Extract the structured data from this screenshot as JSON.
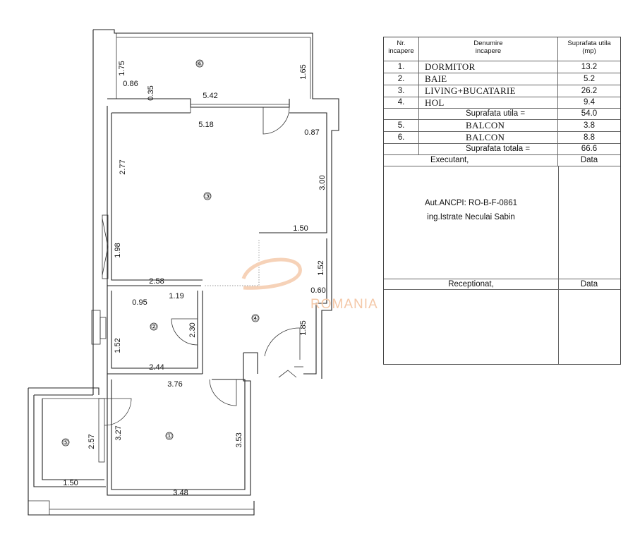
{
  "plan": {
    "rooms": [
      {
        "label": "⑥"
      },
      {
        "label": "③"
      },
      {
        "label": "②"
      },
      {
        "label": "④"
      },
      {
        "label": "①"
      },
      {
        "label": "⑤"
      }
    ],
    "dimensions": {
      "d1_75": "1.75",
      "d1_65": "1.65",
      "d0_86": "0.86",
      "d0_35": "0.35",
      "d5_42": "5.42",
      "d5_18": "5.18",
      "d0_87": "0.87",
      "d2_77": "2.77",
      "d3_00": "3.00",
      "d1_50_top": "1.50",
      "d1_98": "1.98",
      "d1_52_right": "1.52",
      "d2_58": "2.58",
      "d0_60": "0.60",
      "d0_95": "0.95",
      "d1_19": "1.19",
      "d2_30": "2.30",
      "d1_85": "1.85",
      "d1_52_left": "1.52",
      "d2_44": "2.44",
      "d3_76": "3.76",
      "d3_27": "3.27",
      "d2_57": "2.57",
      "d3_53": "3.53",
      "d1_50_bottom": "1.50",
      "d3_48": "3.48"
    }
  },
  "watermark": "ROMANIA",
  "table": {
    "header": {
      "col1": "Nr.\nincapere",
      "col2": "Denumire\nincapere",
      "col3": "Suprafata utila\n(mp)"
    },
    "rows": [
      {
        "nr": "1.",
        "name": "DORMITOR",
        "area": "13.2"
      },
      {
        "nr": "2.",
        "name": "BAIE",
        "area": "5.2"
      },
      {
        "nr": "3.",
        "name": "LIVING+BUCATARIE",
        "area": "26.2"
      },
      {
        "nr": "4.",
        "name": "HOL",
        "area": "9.4"
      }
    ],
    "subtotal_label": "Suprafata utila =",
    "subtotal_value": "54.0",
    "balcony_rows": [
      {
        "nr": "5.",
        "name": "BALCON",
        "area": "3.8"
      },
      {
        "nr": "6.",
        "name": "BALCON",
        "area": "8.8"
      }
    ],
    "total_label": "Suprafata totala =",
    "total_value": "66.6",
    "executant_label": "Executant,",
    "data_label_1": "Data",
    "authorization": "Aut.ANCPI: RO-B-F-0861",
    "engineer": "ing.Istrate Neculai Sabin",
    "receptionat_label": "Receptionat,",
    "data_label_2": "Data"
  }
}
